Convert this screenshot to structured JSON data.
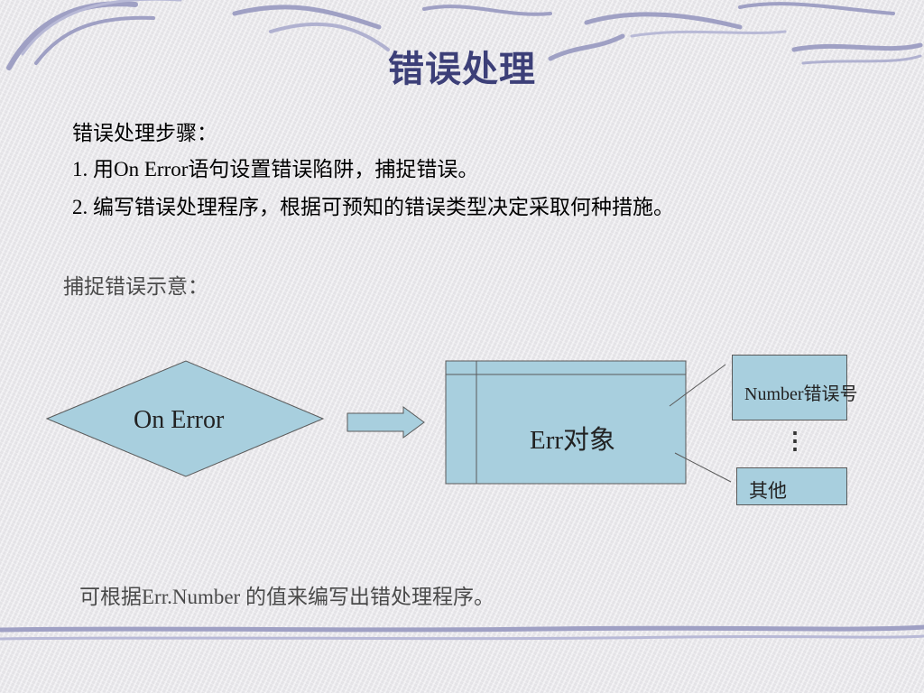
{
  "slide": {
    "title": "错误处理",
    "steps_heading": "错误处理步骤：",
    "step1": "1. 用On Error语句设置错误陷阱，捕捉错误。",
    "step2": "2. 编写错误处理程序，根据可预知的错误类型决定采取何种措施。",
    "diagram_heading": "捕捉错误示意：",
    "footer_text": "可根据Err.Number 的值来编写出错处理程序。"
  },
  "diagram": {
    "on_error_label": "On Error",
    "err_object_label": "Err对象",
    "number_label": "Number错误号",
    "ellipsis": "⋮",
    "other_label": "其他",
    "shape_fill": "#a8cfde",
    "arrow_fill": "#a8cfde"
  },
  "colors": {
    "title": "#3c3f78",
    "decoration": "#9fa0c4"
  }
}
